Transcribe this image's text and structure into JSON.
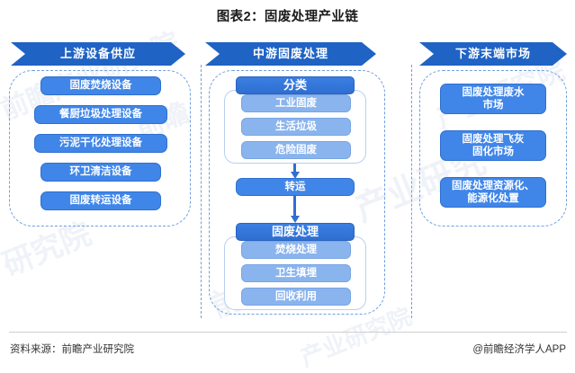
{
  "title": "图表2：固废处理产业链",
  "columns": [
    {
      "banner_label": "上游设备供应",
      "items": [
        {
          "label": "固废焚烧设备"
        },
        {
          "label": "餐厨垃圾处理设备"
        },
        {
          "label": "污泥干化处理设备"
        },
        {
          "label": "环卫清洁设备"
        },
        {
          "label": "固废转运设备"
        }
      ]
    },
    {
      "banner_label": "中游固废处理",
      "stage_classify": "分类",
      "classify_items": [
        {
          "label": "工业固废"
        },
        {
          "label": "生活垃圾"
        },
        {
          "label": "危险固废"
        }
      ],
      "stage_transfer": "转运",
      "stage_treatment": "固废处理",
      "treatment_items": [
        {
          "label": "焚烧处理"
        },
        {
          "label": "卫生填埋"
        },
        {
          "label": "回收利用"
        }
      ]
    },
    {
      "banner_label": "下游末端市场",
      "items": [
        {
          "label": "固废处理废水\n市场"
        },
        {
          "label": "固废处理飞灰\n固化市场"
        },
        {
          "label": "固废处理资源化、\n能源化处置"
        }
      ]
    }
  ],
  "footer": {
    "source": "资料来源：前瞻产业研究院",
    "app": "@前瞻经济学人APP"
  },
  "watermarks": [
    "前瞻产业研究院",
    "产业研究",
    "前瞻",
    "产业研究院",
    "研究院",
    "前瞻产业",
    "产业研究院"
  ],
  "colors": {
    "banner_blue": "#1f63c4",
    "box_blue": "#4086e8",
    "sub_box_blue": "#8ab4ee",
    "dashed_border": "#6f9fe0",
    "connector": "#2f6fd0"
  }
}
